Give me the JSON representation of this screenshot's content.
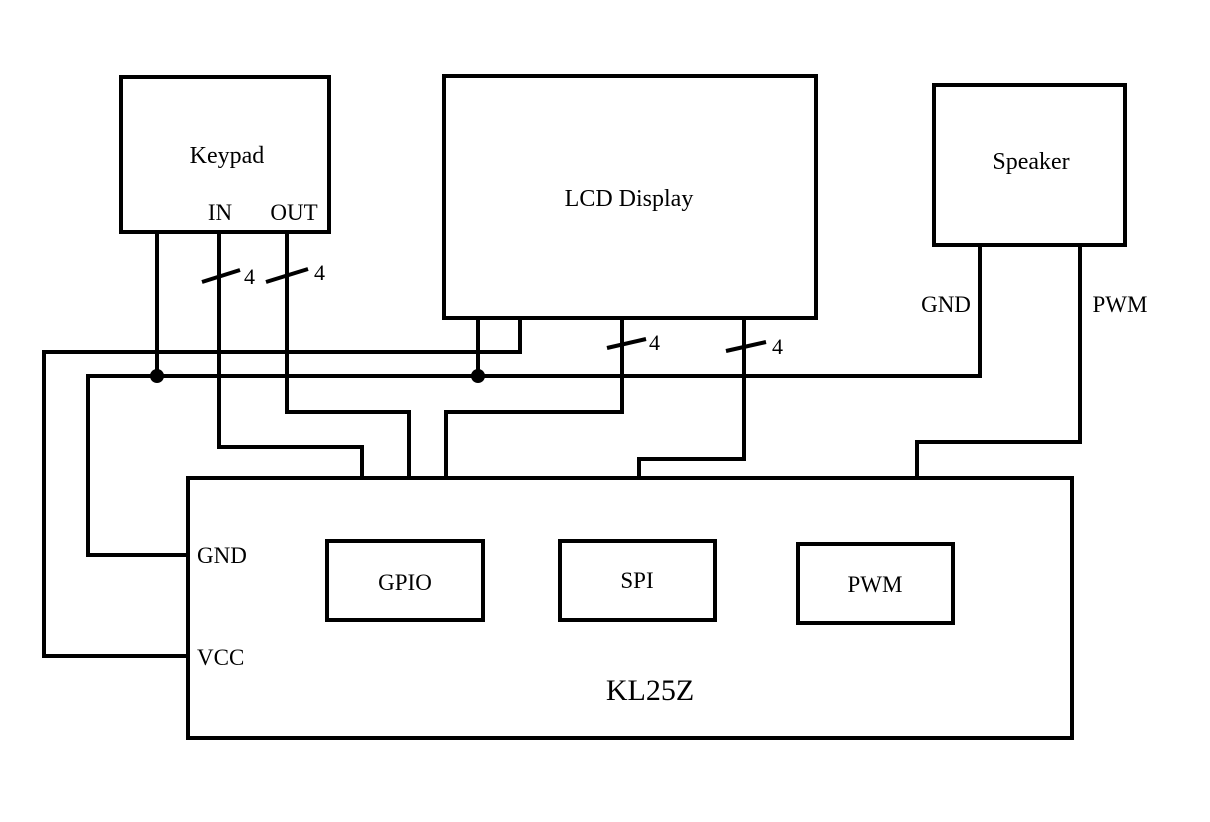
{
  "blocks": {
    "keypad": {
      "label": "Keypad",
      "in_label": "IN",
      "out_label": "OUT"
    },
    "lcd": {
      "label": "LCD Display"
    },
    "speaker": {
      "label": "Speaker",
      "gnd_label": "GND",
      "pwm_label": "PWM"
    },
    "mcu": {
      "label": "KL25Z",
      "gnd_label": "GND",
      "vcc_label": "VCC",
      "gpio_label": "GPIO",
      "spi_label": "SPI",
      "pwm_label": "PWM"
    }
  },
  "bus_widths": {
    "keypad_in": "4",
    "keypad_out": "4",
    "lcd_gpio": "4",
    "lcd_spi": "4"
  },
  "colors": {
    "line": "#000000",
    "background": "#ffffff"
  }
}
